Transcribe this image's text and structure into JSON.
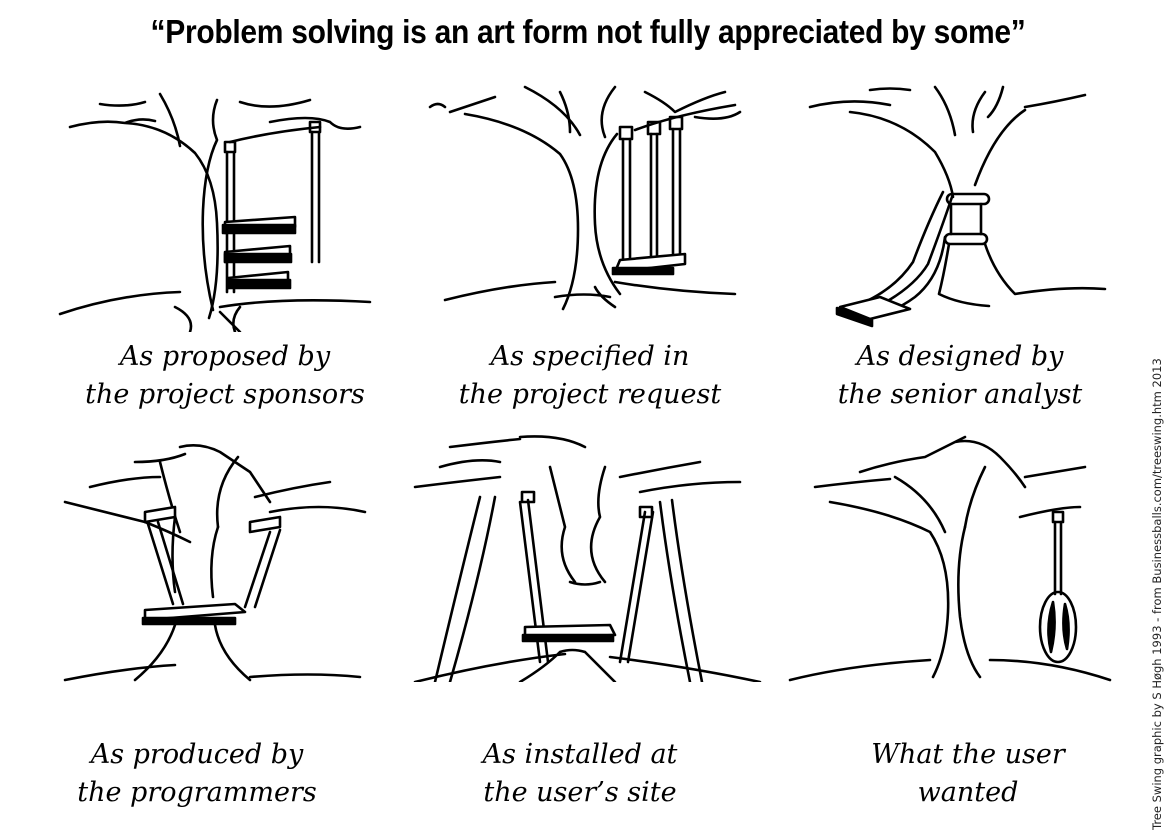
{
  "title": "“Problem solving is an art form not fully appreciated by some”",
  "panels": [
    {
      "id": "proposed",
      "caption_line1": "As proposed by",
      "caption_line2": "the project sponsors",
      "illustration": "tree-with-three-tier-swing"
    },
    {
      "id": "specified",
      "caption_line1": "As specified in",
      "caption_line2": "the project request",
      "illustration": "tree-with-three-rope-swing"
    },
    {
      "id": "designed",
      "caption_line1": "As designed by",
      "caption_line2": "the senior analyst",
      "illustration": "swing-tied-around-trunk"
    },
    {
      "id": "produced",
      "caption_line1": "As produced by",
      "caption_line2": "the programmers",
      "illustration": "swing-through-trunk"
    },
    {
      "id": "installed",
      "caption_line1": "As installed at",
      "caption_line2": "the user’s site",
      "illustration": "trunk-cut-with-propped-swing"
    },
    {
      "id": "wanted",
      "caption_line1": "What the user",
      "caption_line2": "wanted",
      "illustration": "tire-swing"
    }
  ],
  "credit": "Tree Swing graphic by S Høgh 1993 - from Businessballs.com/treeswing.htm 2013"
}
